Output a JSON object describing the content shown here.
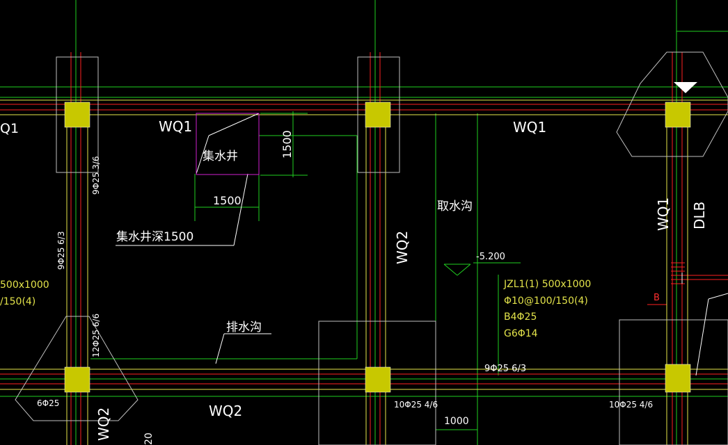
{
  "labels": {
    "wq1_left_edge": "Q1",
    "wq1_top_left": "WQ1",
    "wq1_top_right": "WQ1",
    "wq1_right_vertical": "WQ1",
    "dlb": "DLB",
    "sump": "集水井",
    "sump_depth": "集水井深1500",
    "drain_ditch": "排水沟",
    "intake_ditch": "取水沟",
    "wq2_middle_vertical": "WQ2",
    "wq2_bottom": "WQ2",
    "wq2_bottom_left_vertical": "WQ2",
    "elevation": "-5.200",
    "section_mark": "B",
    "stray_bottom": "20"
  },
  "dimensions": {
    "sump_width": "1500",
    "sump_height": "1500",
    "bottom_spacing": "1000"
  },
  "rebar": {
    "col_a_upper": "9Φ25 3/6",
    "col_a_left": "9Φ25 6/3",
    "col_a_lower": "12Φ25 6/6",
    "pile_left": "6Φ25",
    "beam_mid": "9Φ25 6/3",
    "beam_bottom_mid": "10Φ25 4/6",
    "beam_bottom_right": "10Φ25 4/6"
  },
  "beam_callout": {
    "lines": [
      "JZL1(1) 500x1000",
      "Φ10@100/150(4)",
      "B4Φ25",
      "G6Φ14"
    ]
  },
  "beam_callout_left_partial": {
    "lines": [
      "500x1000",
      "/150(4)"
    ]
  },
  "colors": {
    "background": "#000000",
    "grid_red": "#ff2020",
    "wall_yellow": "#e8e84a",
    "aux_green": "#20d020",
    "outline_white": "#ffffff",
    "column_fill": "#c8c800",
    "pit_magenta": "#d020d0"
  }
}
